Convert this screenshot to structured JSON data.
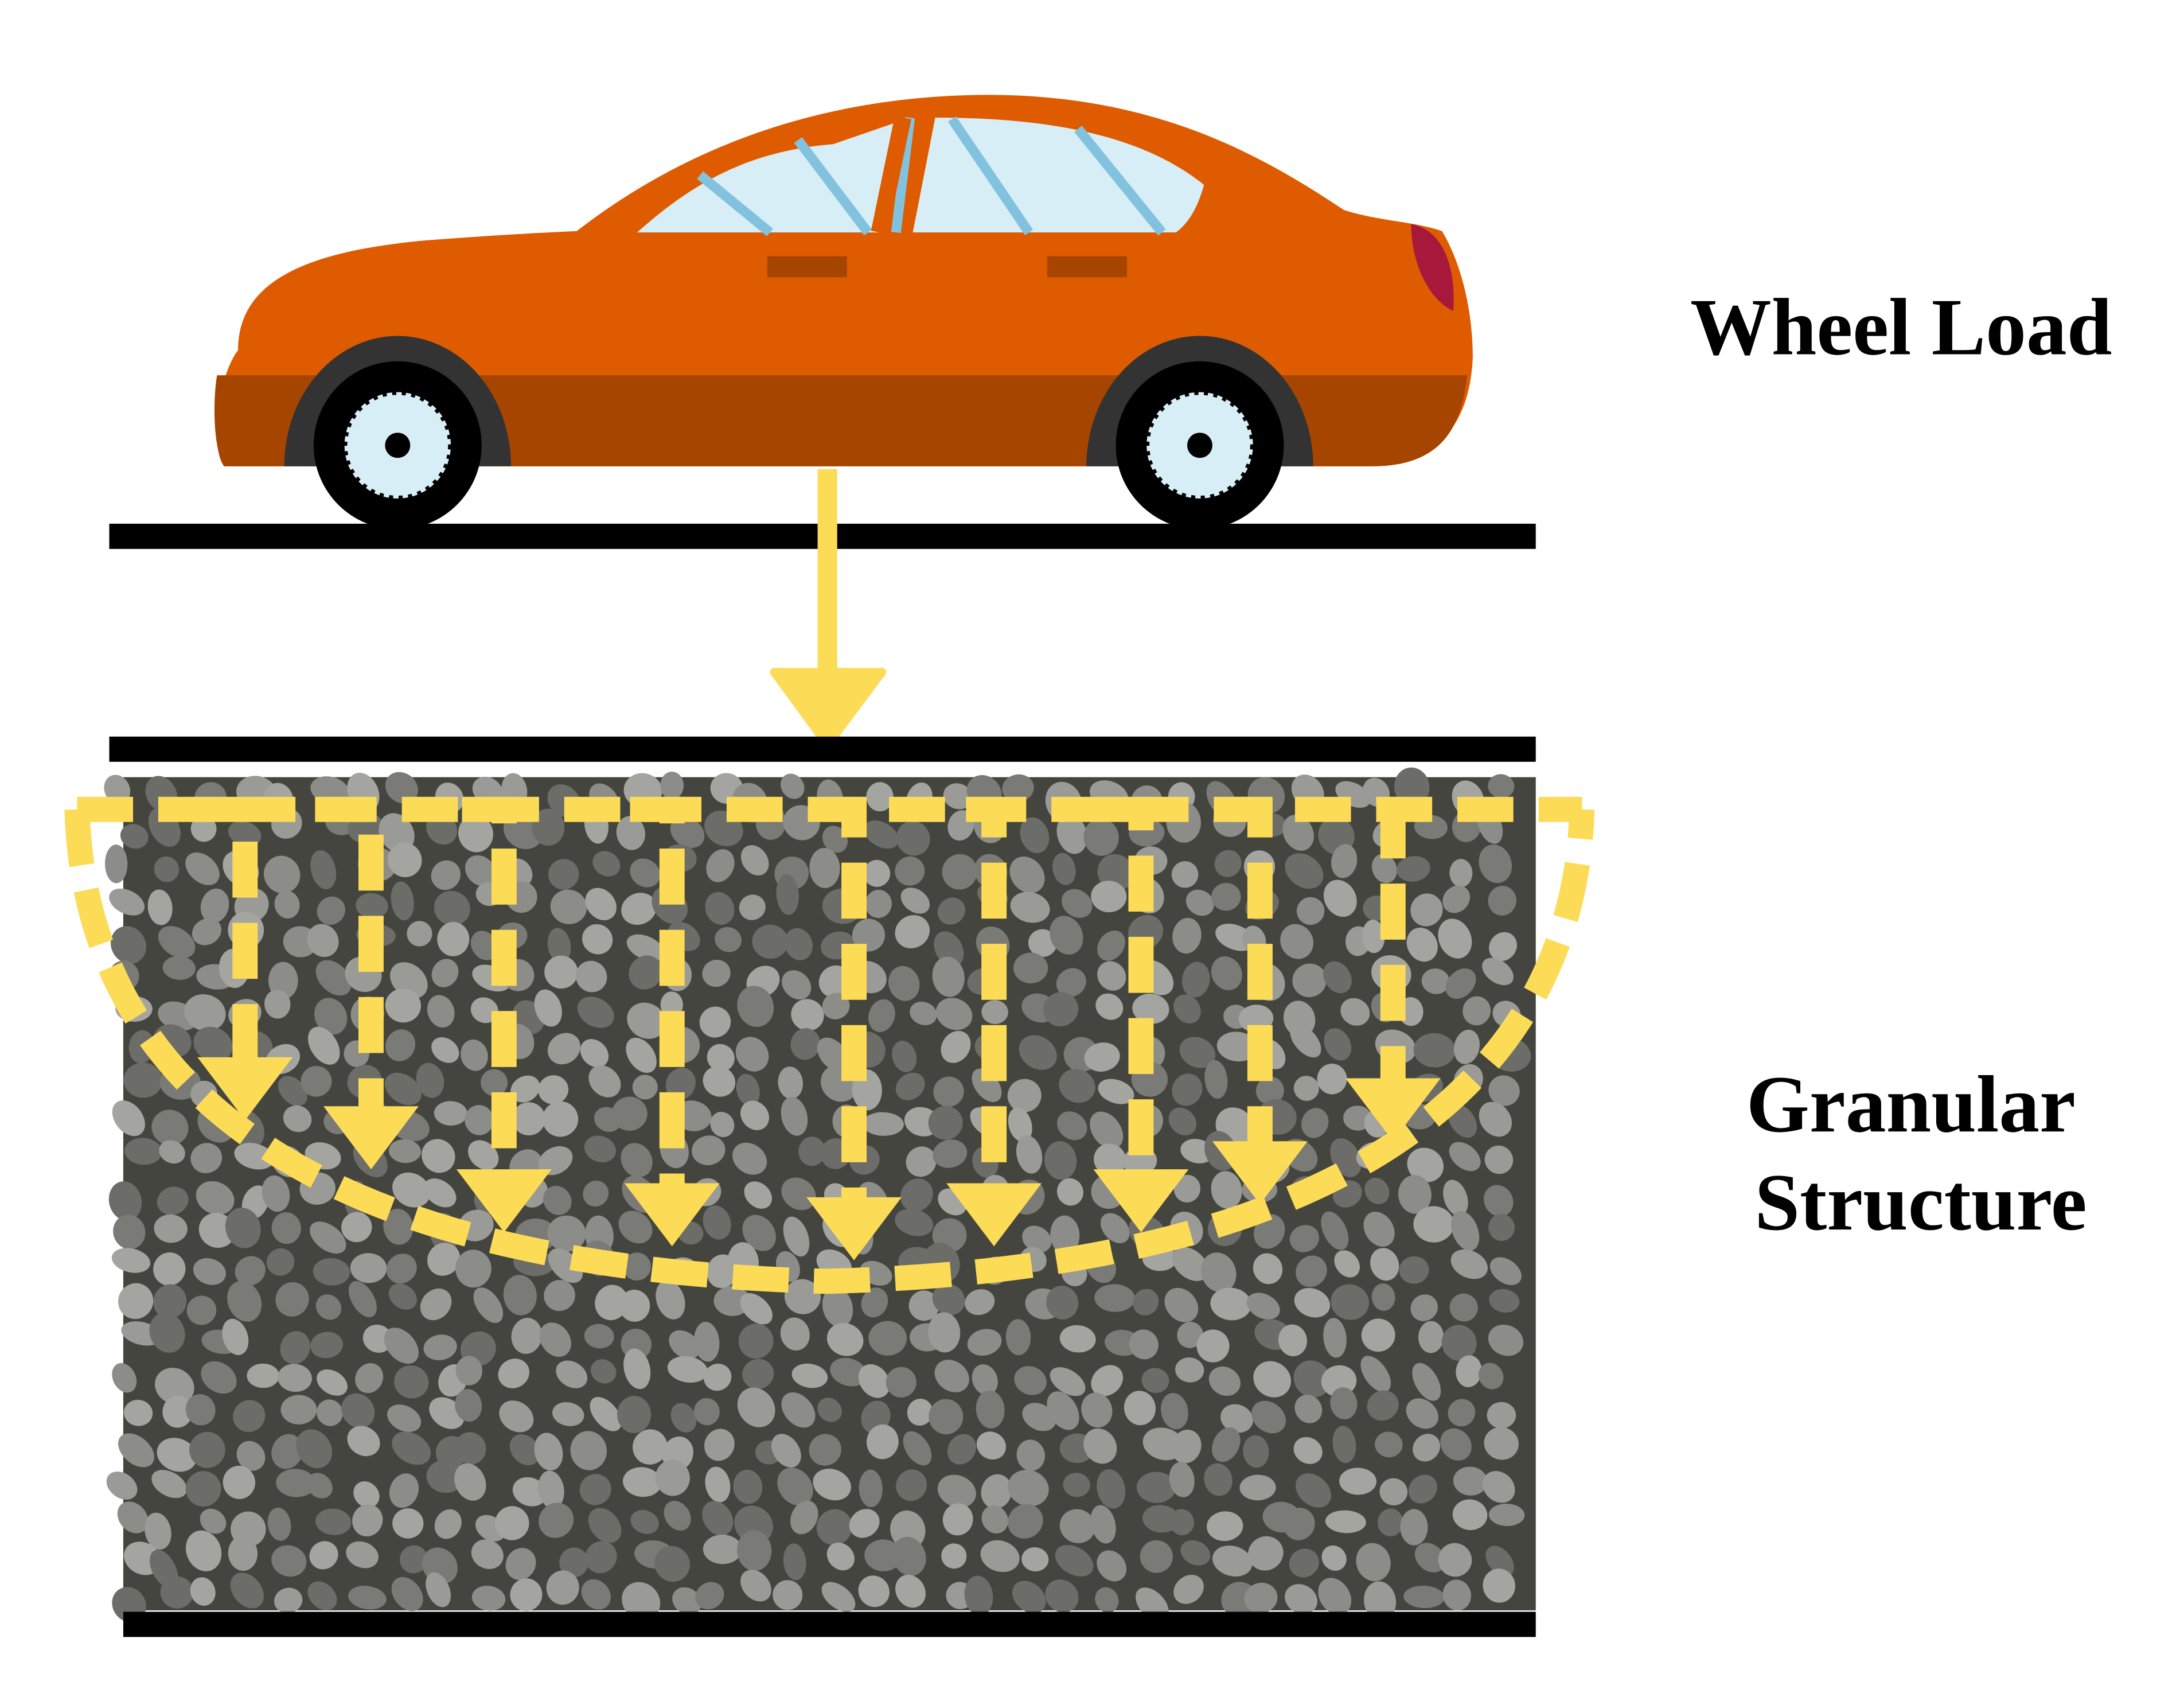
{
  "labels": {
    "wheel_load": "Wheel Load",
    "granular_line1": "Granular",
    "granular_line2": "Structure"
  },
  "colors": {
    "car_body": "#df5b00",
    "car_lower": "#a64500",
    "window": "#d8eef6",
    "window_stripe": "#82c2de",
    "tail_light": "#a8183a",
    "load_arrow": "#fcdb57",
    "granular_bg": "#45453f",
    "road_line": "#000000"
  },
  "icons": [
    "car-icon",
    "load-arrow-icon",
    "stress-distribution-arrows"
  ]
}
